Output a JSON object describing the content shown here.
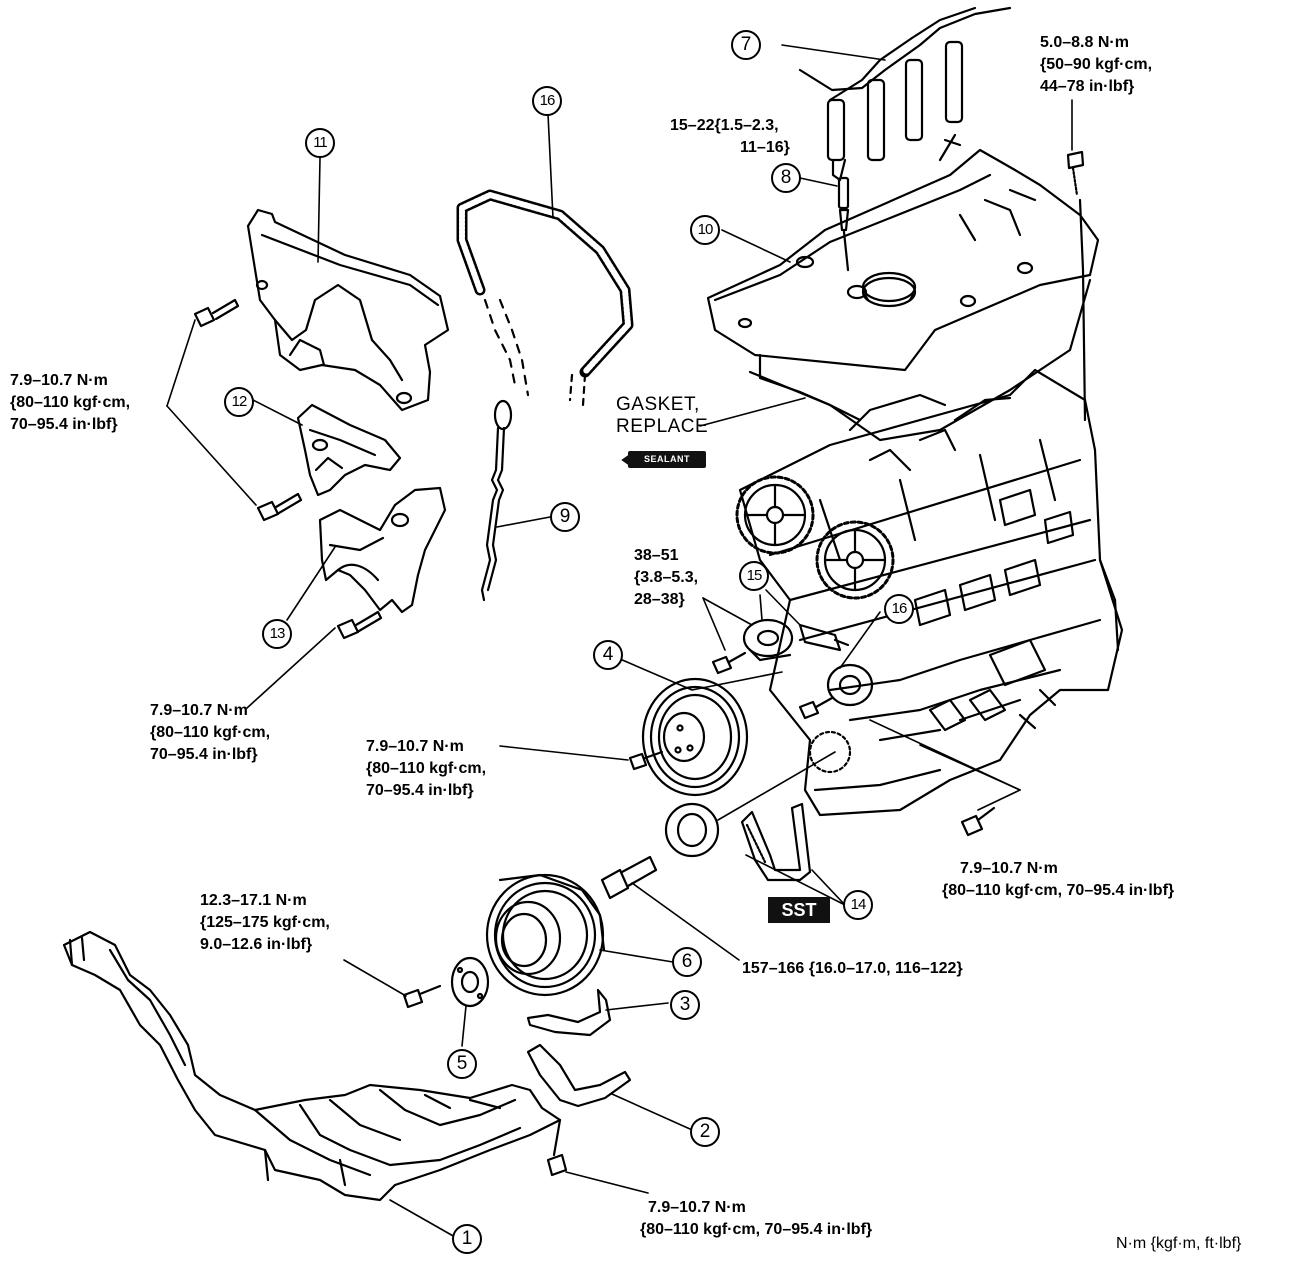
{
  "callouts": [
    "1",
    "2",
    "3",
    "4",
    "5",
    "6",
    "7",
    "8",
    "9",
    "10",
    "11",
    "12",
    "13",
    "14",
    "15",
    "16",
    "16"
  ],
  "torque": {
    "t_cover_left_1": [
      "7.9–10.7 N·m",
      "{80–110 kgf·cm,",
      "70–95.4 in·lbf}"
    ],
    "t_cover_left_2": [
      "7.9–10.7 N·m",
      "{80–110 kgf·cm,",
      "70–95.4 in·lbf}"
    ],
    "t_pulley": [
      "7.9–10.7 N·m",
      "{80–110 kgf·cm,",
      "70–95.4 in·lbf}"
    ],
    "t_plug": [
      "15–22{1.5–2.3,",
      "11–16}"
    ],
    "t_headcover": [
      "5.0–8.8 N·m",
      "{50–90 kgf·cm,",
      "44–78 in·lbf}"
    ],
    "t_tensioner": [
      "38–51",
      "{3.8–5.3,",
      "28–38}"
    ],
    "t_right": [
      "7.9–10.7 N·m",
      "{80–110 kgf·cm, 70–95.4 in·lbf}"
    ],
    "t_crank": "157–166 {16.0–17.0, 116–122}",
    "t_plate": [
      "12.3–17.1 N·m",
      "{125–175 kgf·cm,",
      "9.0–12.6 in·lbf}"
    ],
    "t_under": [
      "7.9–10.7 N·m",
      "{80–110 kgf·cm, 70–95.4 in·lbf}"
    ]
  },
  "gasket_note": [
    "GASKET,",
    "REPLACE"
  ],
  "sealant_badge": "SEALANT",
  "sst_badge": "SST",
  "units_note": "N·m {kgf·m, ft·lbf}"
}
